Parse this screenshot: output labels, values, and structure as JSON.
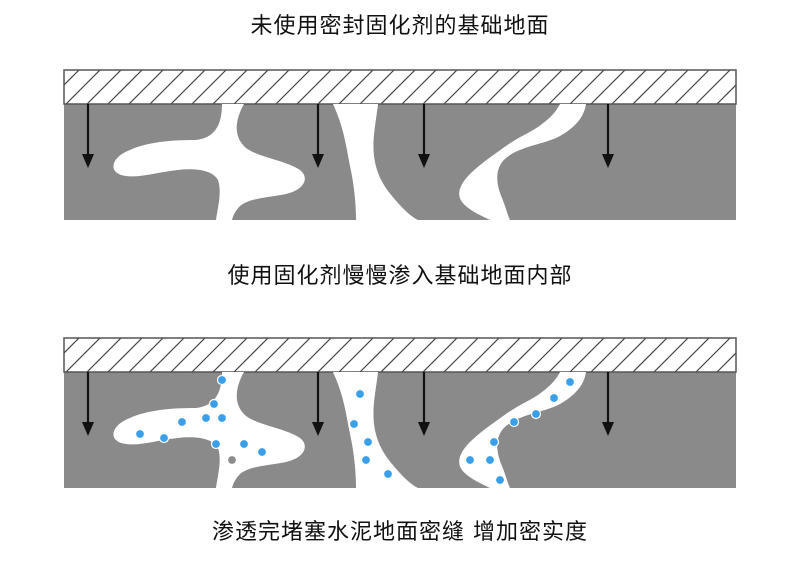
{
  "captions": {
    "top": "未使用密封固化剂的基础地面",
    "middle": "使用固化剂慢慢渗入基础地面内部",
    "bottom": "渗透完堵塞水泥地面密缝 增加密实度"
  },
  "colors": {
    "concrete": "#8a8a8a",
    "hatch_border": "#555555",
    "hatch_line": "#444444",
    "pore": "#ffffff",
    "arrow": "#111111",
    "particle": "#3a9ee8",
    "particle_gray": "#8c8c8c"
  },
  "panels": [
    {
      "id": "untreated",
      "filled_pores": false
    },
    {
      "id": "treated",
      "filled_pores": true
    }
  ]
}
